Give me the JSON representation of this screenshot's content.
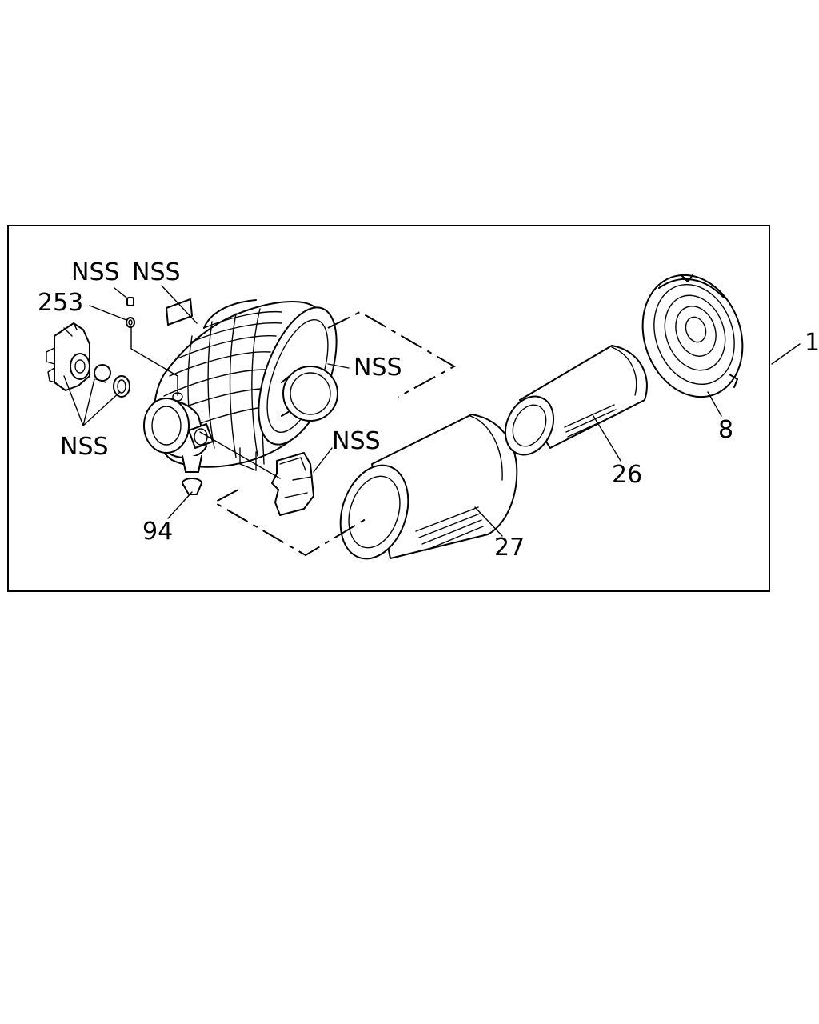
{
  "callouts": {
    "nss_top_left": "NSS",
    "nss_top_right": "NSS",
    "n253": "253",
    "nss_housing": "NSS",
    "nss_bracket_left": "NSS",
    "nss_bracket_right": "NSS",
    "n94": "94",
    "n27": "27",
    "n26": "26",
    "n8": "8",
    "n1": "1"
  }
}
